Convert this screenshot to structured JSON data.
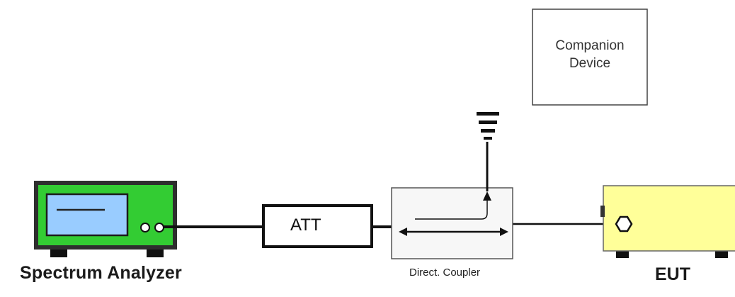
{
  "diagram": {
    "spectrum_analyzer": {
      "label": "Spectrum Analyzer",
      "body_color": "#33cc33",
      "screen_color": "#99ccff"
    },
    "attenuator": {
      "label": "ATT"
    },
    "directional_coupler": {
      "label": "Direct. Coupler"
    },
    "eut": {
      "label": "EUT",
      "body_color": "#ffff99"
    },
    "companion_device": {
      "line1": "Companion",
      "line2": "Device"
    },
    "icons": [
      "antenna-icon",
      "rf-connector-icon"
    ]
  }
}
